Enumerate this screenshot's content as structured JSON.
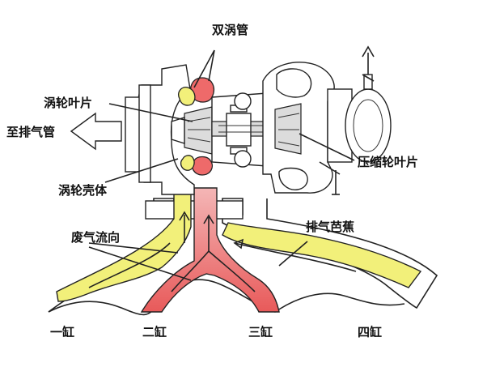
{
  "labels": {
    "twin_scroll": "双涡管",
    "turbine_blade": "涡轮叶片",
    "to_exhaust_pipe": "至排气管",
    "compressor_blade": "压缩轮叶片",
    "turbine_housing": "涡轮壳体",
    "exhaust_flow": "废气流向",
    "exhaust_manifold": "排气芭蕉"
  },
  "cylinders": [
    "一缸",
    "二缸",
    "三缸",
    "四缸"
  ],
  "colors": {
    "yellow_flow": "#f2f07a",
    "red_flow": "#ee6a6a",
    "outline": "#222222"
  }
}
